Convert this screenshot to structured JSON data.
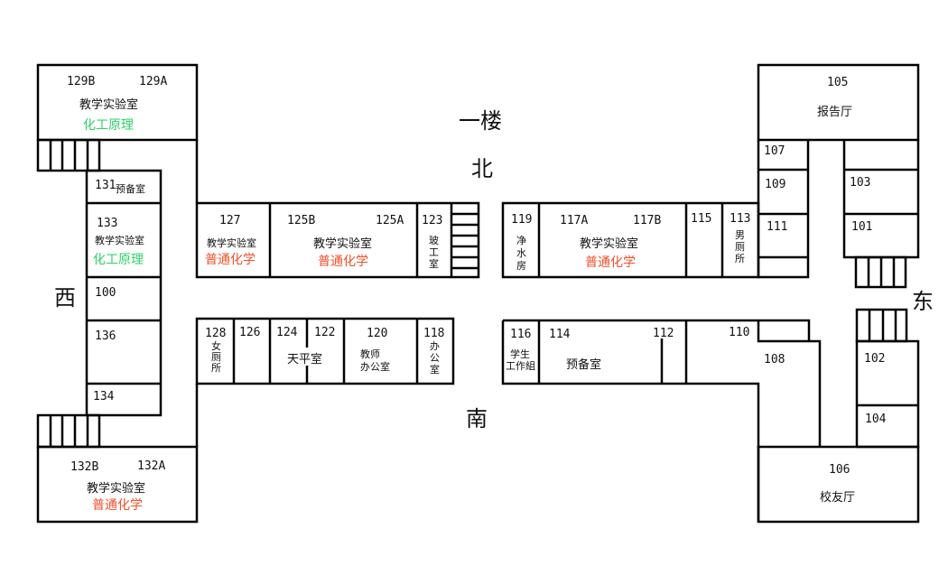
{
  "title": "一楼",
  "compass": {
    "north": "北",
    "south": "南",
    "west": "西",
    "east": "东"
  },
  "colors": {
    "chemical_engineering": "#2fd06a",
    "general_chemistry": "#f0502a"
  },
  "rooms": {
    "r129": {
      "num_b": "129B",
      "num_a": "129A",
      "name": "教学实验室",
      "course": "化工原理"
    },
    "r131": {
      "num": "131",
      "name": "预备室"
    },
    "r133": {
      "num": "133",
      "name": "教学实验室",
      "course": "化工原理"
    },
    "r100": {
      "num": "100"
    },
    "r136": {
      "num": "136"
    },
    "r134": {
      "num": "134"
    },
    "r132": {
      "num_b": "132B",
      "num_a": "132A",
      "name": "教学实验室",
      "course": "普通化学"
    },
    "r127": {
      "num": "127",
      "name": "教学实验室",
      "course": "普通化学"
    },
    "r125": {
      "num_b": "125B",
      "num_a": "125A",
      "name": "教学实验室",
      "course": "普通化学"
    },
    "r123": {
      "num": "123",
      "name": [
        "玻",
        "工",
        "室"
      ]
    },
    "r119": {
      "num": "119",
      "name": [
        "净",
        "水",
        "房"
      ]
    },
    "r117": {
      "num_a": "117A",
      "num_b": "117B",
      "name": "教学实验室",
      "course": "普通化学"
    },
    "r115": {
      "num": "115"
    },
    "r113": {
      "num": "113",
      "name": [
        "男",
        "厕",
        "所"
      ]
    },
    "r105": {
      "num": "105",
      "name": "报告厅"
    },
    "r107": {
      "num": "107"
    },
    "r109": {
      "num": "109"
    },
    "r111": {
      "num": "111"
    },
    "r103": {
      "num": "103"
    },
    "r101": {
      "num": "101"
    },
    "r128": {
      "num": "128",
      "name": [
        "女",
        "厕",
        "所"
      ]
    },
    "r126": {
      "num": "126"
    },
    "r124": {
      "num": "124"
    },
    "r122": {
      "num": "122"
    },
    "balance_room": {
      "name": "天平室"
    },
    "r120": {
      "num": "120",
      "name": [
        "教师",
        "办公室"
      ]
    },
    "r118": {
      "num": "118",
      "name": [
        "办",
        "公",
        "室"
      ]
    },
    "r116": {
      "num": "116",
      "name": [
        "学生",
        "工作組"
      ]
    },
    "r114": {
      "num": "114",
      "name": "预备室"
    },
    "r112": {
      "num": "112"
    },
    "r110": {
      "num": "110"
    },
    "r108": {
      "num": "108"
    },
    "r102": {
      "num": "102"
    },
    "r104": {
      "num": "104"
    },
    "r106": {
      "num": "106",
      "name": "校友厅"
    }
  }
}
